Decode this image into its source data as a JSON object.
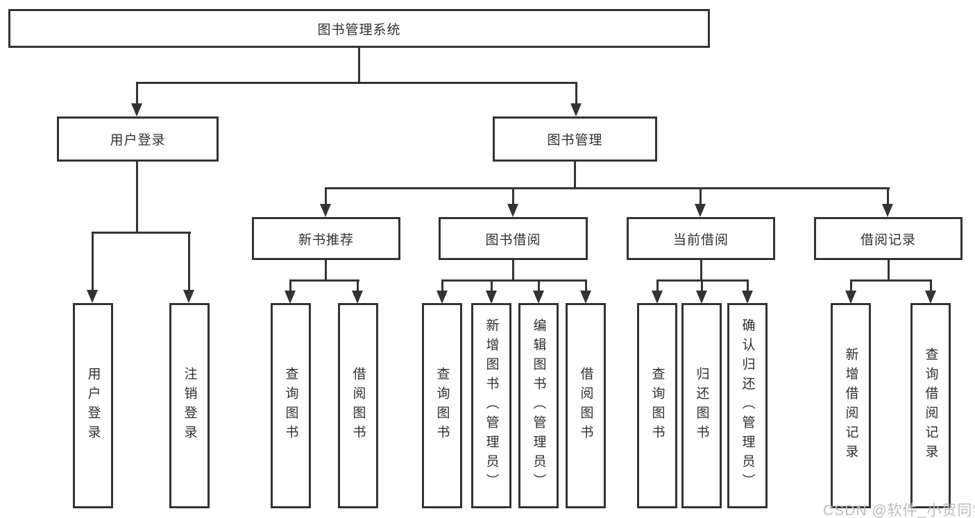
{
  "diagram": {
    "type": "hierarchy-tree",
    "line_color": "#333333",
    "box_background": "#ffffff",
    "text_color": "#2f2f2f"
  },
  "tree": {
    "root": {
      "label": "图书管理系统",
      "children": [
        {
          "label": "用户登录",
          "children": [
            {
              "label": "用户登录"
            },
            {
              "label": "注销登录"
            }
          ]
        },
        {
          "label": "图书管理",
          "children": [
            {
              "label": "新书推荐",
              "children": [
                {
                  "label": "查询图书"
                },
                {
                  "label": "借阅图书"
                }
              ]
            },
            {
              "label": "图书借阅",
              "children": [
                {
                  "label": "查询图书"
                },
                {
                  "label": "新增图书（管理员）"
                },
                {
                  "label": "编辑图书（管理员）"
                },
                {
                  "label": "借阅图书"
                }
              ]
            },
            {
              "label": "当前借阅",
              "children": [
                {
                  "label": "查询图书"
                },
                {
                  "label": "归还图书"
                },
                {
                  "label": "确认归还（管理员）"
                }
              ]
            },
            {
              "label": "借阅记录",
              "children": [
                {
                  "label": "新增借阅记录"
                },
                {
                  "label": "查询借阅记录"
                }
              ]
            }
          ]
        }
      ]
    }
  },
  "watermark": {
    "text": "CSDN @软件_小贺同学",
    "color": "#bdbdbd"
  }
}
